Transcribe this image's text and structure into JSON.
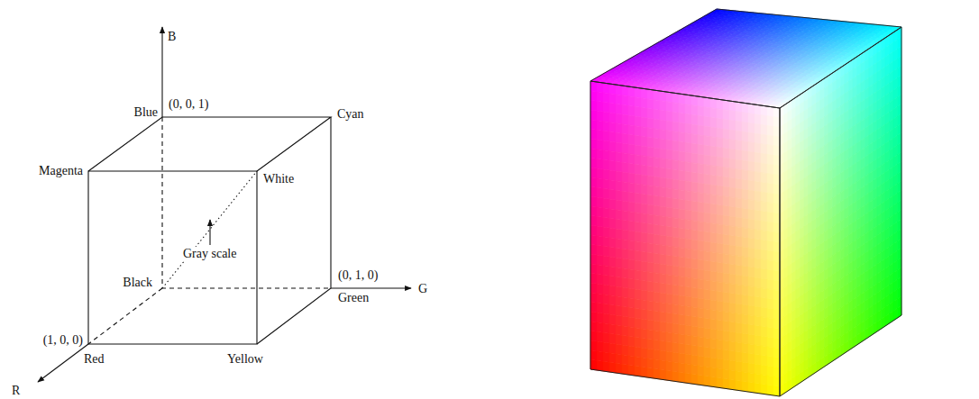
{
  "diagram": {
    "labels": [
      "B",
      "Blue",
      "(0, 0, 1)",
      "Cyan",
      "Magenta",
      "White",
      "Gray scale",
      "Black",
      "(0, 1, 0)",
      "Green",
      "G",
      "(1, 0, 0)",
      "Red",
      "Yellow",
      "R"
    ]
  }
}
